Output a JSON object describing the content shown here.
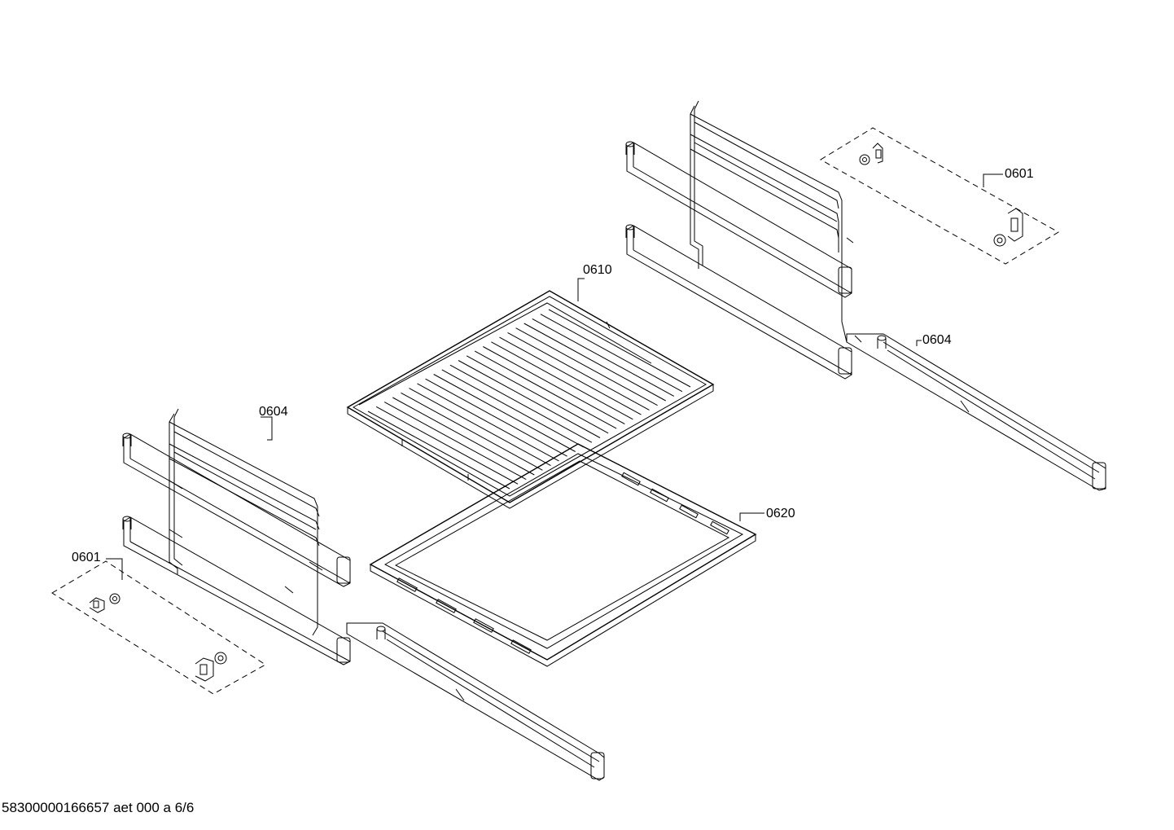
{
  "callouts": {
    "c0601_top": "0601",
    "c0610": "0610",
    "c0604_right": "0604",
    "c0604_left": "0604",
    "c0620": "0620",
    "c0601_left": "0601"
  },
  "footer": {
    "document_code": "58300000166657 aet 000 a 6/6"
  },
  "colors": {
    "line": "#000000",
    "background": "#ffffff"
  }
}
